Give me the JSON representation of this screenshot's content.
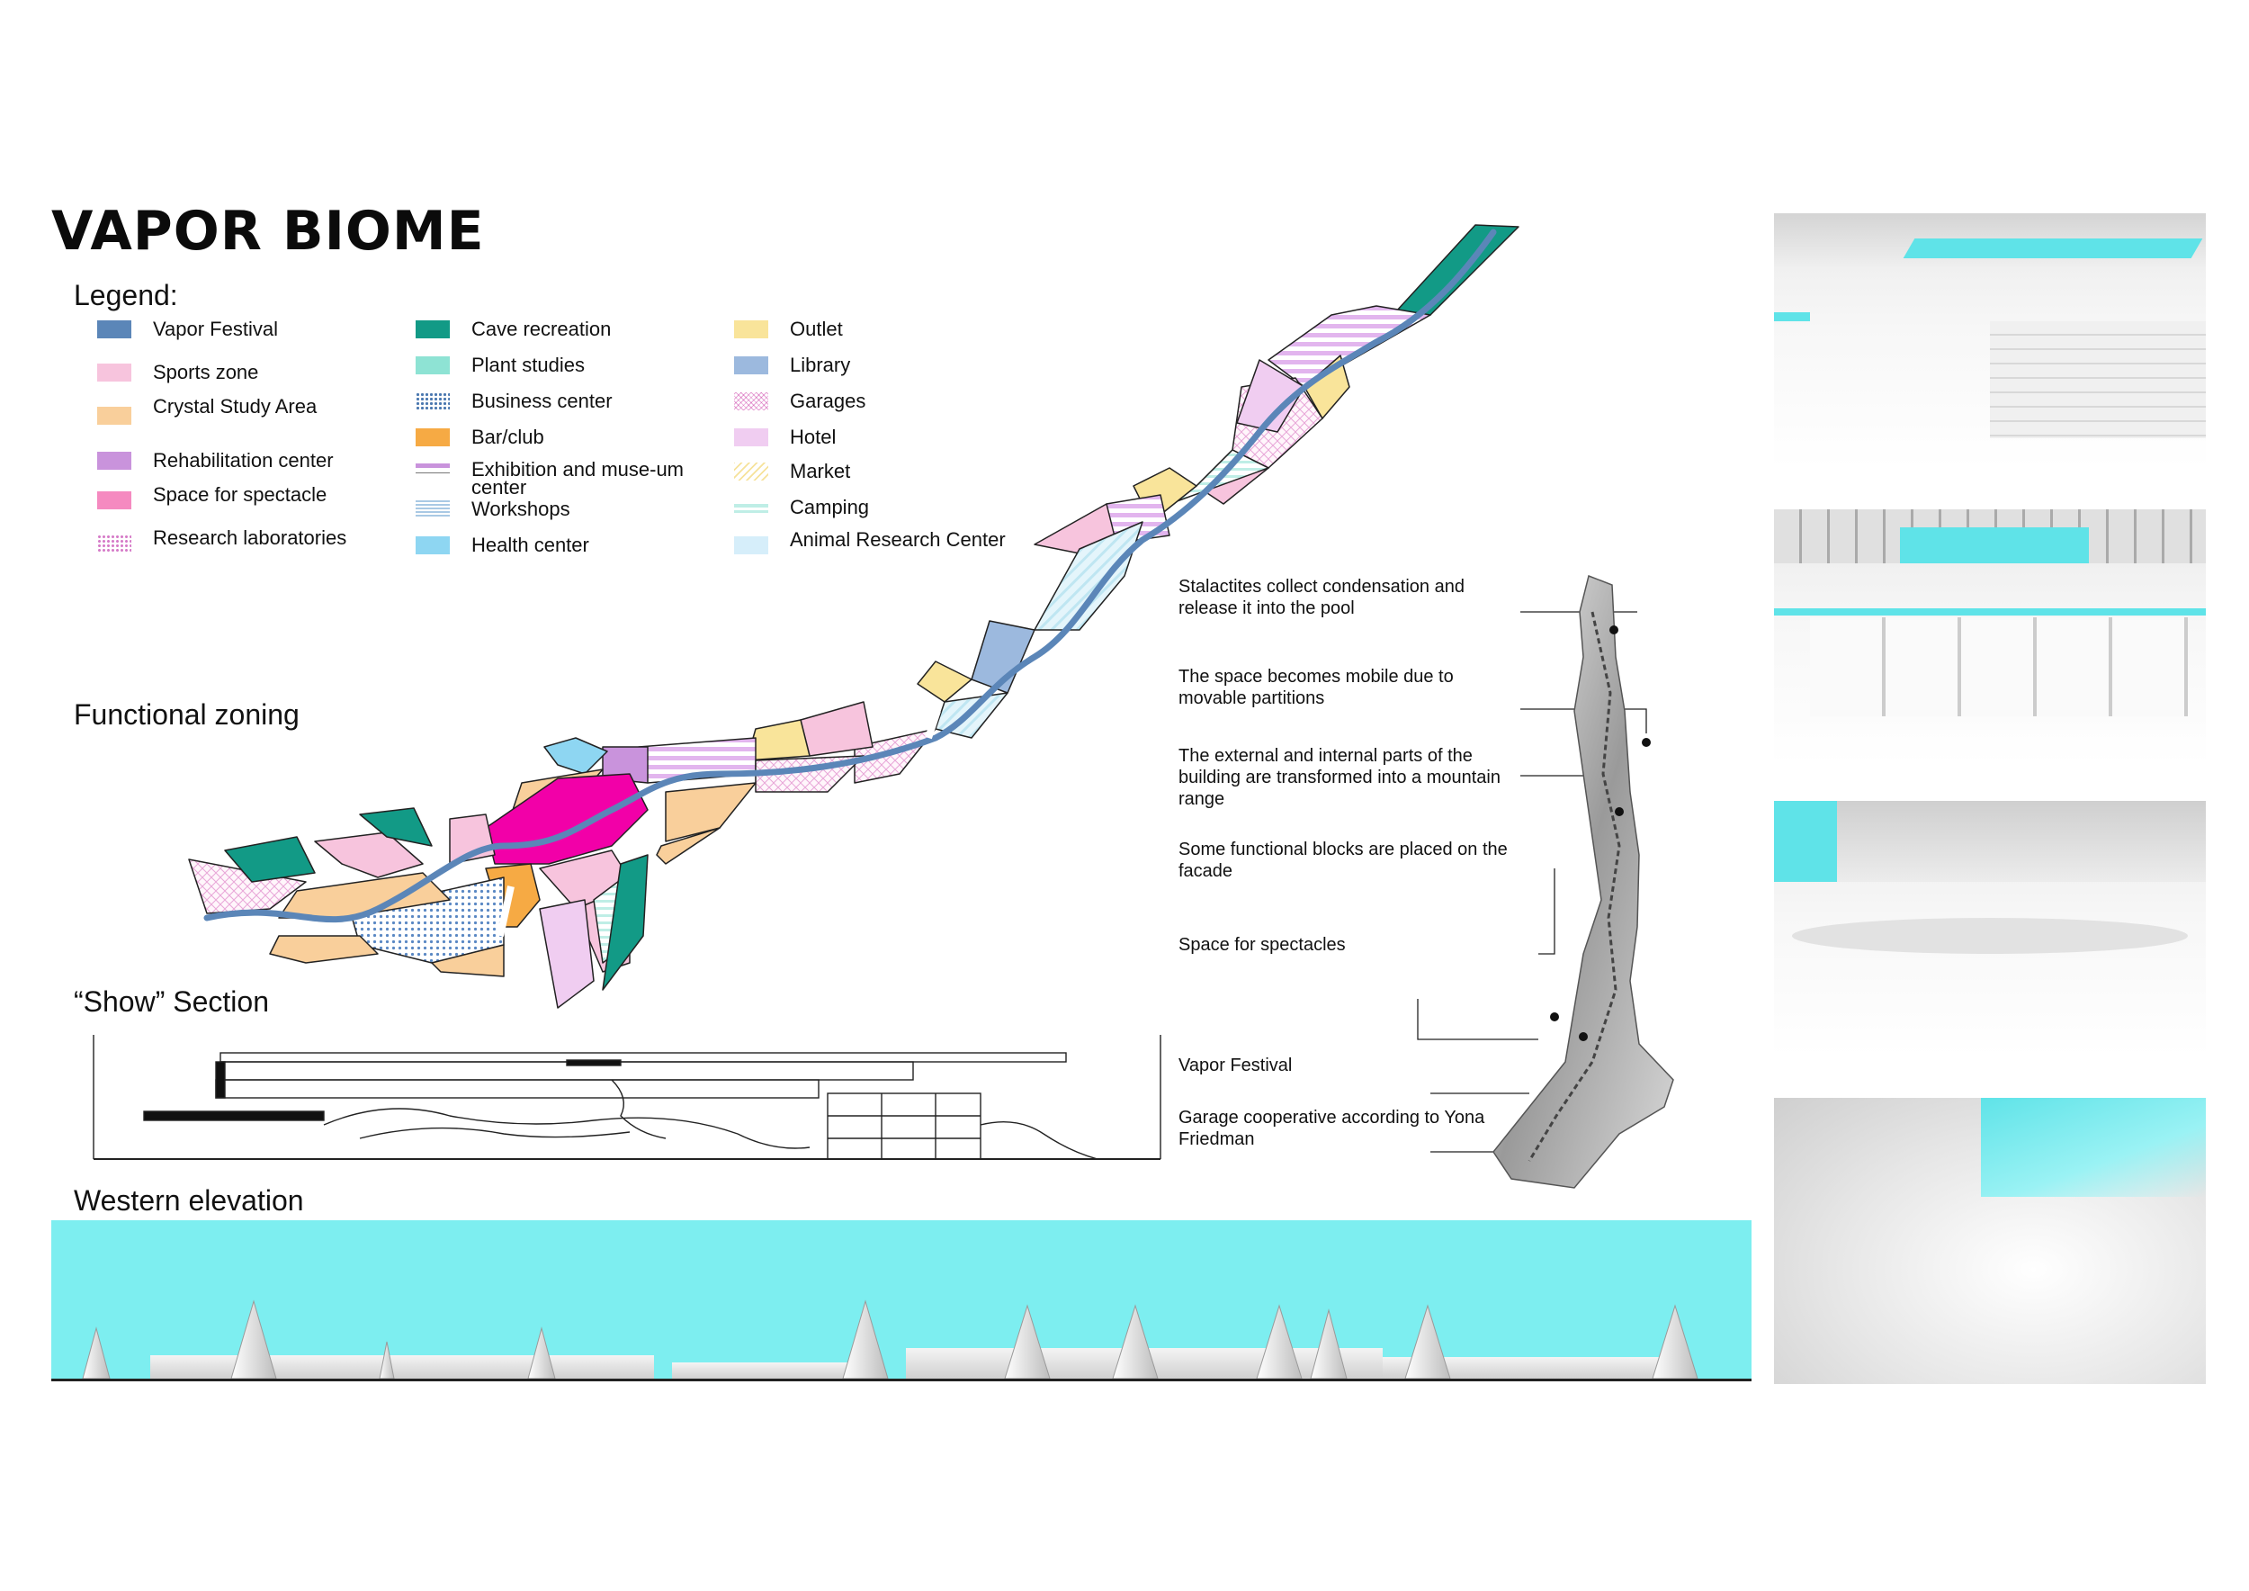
{
  "title": "VAPOR BIOME",
  "legend_heading": "Legend:",
  "zoning_heading": "Functional zoning",
  "section_heading": "“Show” Section",
  "elevation_heading": "Western elevation",
  "legend": {
    "col1": [
      {
        "label": "Vapor Festival",
        "color": "#5b86b8"
      },
      {
        "label": "Sports zone",
        "color": "#f7c4dd"
      },
      {
        "label": "Crystal Study Area",
        "color": "#f9cf9b"
      },
      {
        "label": "Rehabilitation center",
        "color": "#c993dc"
      },
      {
        "label": "Space for spectacle",
        "color": "#f58ac0"
      },
      {
        "label": "Research laboratories",
        "color": "#e8a6d8"
      }
    ],
    "col2": [
      {
        "label": "Cave recreation",
        "color": "#129a86"
      },
      {
        "label": "Plant studies",
        "color": "#8ee3d4"
      },
      {
        "label": "Business center",
        "color": "#4b78b0"
      },
      {
        "label": "Bar/club",
        "color": "#f6aa44"
      },
      {
        "label": "Exhibition and muse-um center",
        "color": "#c993dc"
      },
      {
        "label": "Workshops",
        "color": "#a9c9e4"
      },
      {
        "label": "Health center",
        "color": "#8ed6f2"
      }
    ],
    "col3": [
      {
        "label": "Outlet",
        "color": "#f9e49a"
      },
      {
        "label": "Library",
        "color": "#9cb9de"
      },
      {
        "label": "Garages",
        "color": "#e8a6d8"
      },
      {
        "label": "Hotel",
        "color": "#f0cdf1"
      },
      {
        "label": "Market",
        "color": "#f6e29a"
      },
      {
        "label": "Camping",
        "color": "#bfeee6"
      },
      {
        "label": "Animal Research Center",
        "color": "#d6eefa"
      }
    ]
  },
  "callouts": [
    "Stalactites collect condensation and release it into the pool",
    "The space becomes mobile due to movable partitions",
    "The external and internal parts of the building are transformed into a mountain range",
    "Some functional blocks are placed on the facade",
    "Space for spectacles",
    "Vapor Festival",
    "Garage cooperative according to Yona Friedman"
  ],
  "colors": {
    "sky": "#7deef0",
    "accent_cyan": "#5fe3e8",
    "magenta": "#f200a8",
    "teal": "#129a86",
    "river": "#5b86b8"
  }
}
